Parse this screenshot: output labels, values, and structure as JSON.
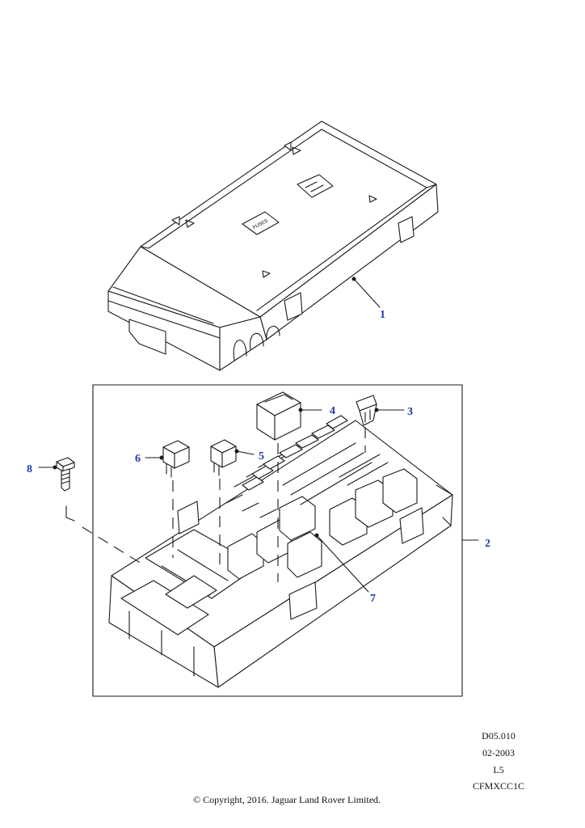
{
  "callouts": {
    "c1": "1",
    "c2": "2",
    "c3": "3",
    "c4": "4",
    "c5": "5",
    "c6": "6",
    "c7": "7",
    "c8": "8"
  },
  "cover_label": "FUSES",
  "reference_block": {
    "line1": "D05.010",
    "line2": "02-2003",
    "line3": "L5",
    "line4": "CFMXCC1C"
  },
  "copyright": "© Copyright, 2016. Jaguar Land Rover Limited.",
  "colors": {
    "callout": "#1f3aa8",
    "line": "#1a1a1a"
  }
}
